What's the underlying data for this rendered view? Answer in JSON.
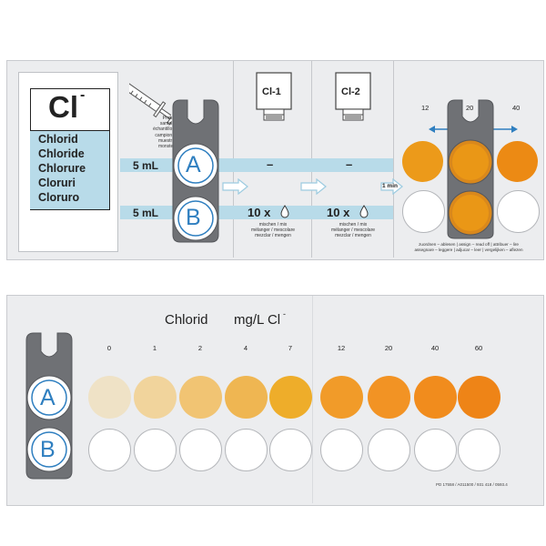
{
  "top_card": {
    "element": {
      "symbol": "Cl",
      "charge": "-",
      "names": [
        "Chlorid",
        "Chloride",
        "Chlorure",
        "Cloruri",
        "Cloruro"
      ]
    },
    "sample_label": [
      "Probe",
      "sample",
      "échantillon",
      "campione",
      "muestra",
      "monster"
    ],
    "rows": [
      {
        "volume": "5 mL",
        "cell": "A",
        "step2": "–",
        "step3": "–"
      },
      {
        "volume": "5 mL",
        "cell": "B",
        "step2": "10 x",
        "step3": "10 x"
      }
    ],
    "reagents": [
      "Cl-1",
      "Cl-2"
    ],
    "mix_caption": [
      "mischen / mix",
      "mélanger / mescolare",
      "mezclar / mengen"
    ],
    "wait": "1 min",
    "compare_values": [
      "12",
      "20",
      "40"
    ],
    "compare_caption": [
      "zuordnen – ablesen | assign – read off | attribuer – lire",
      "assegnare – leggere | adjucar – leer | vergelijken – aflezen"
    ]
  },
  "bottom_card": {
    "title": "Chlorid",
    "unit": "mg/L Cl",
    "unit_charge": "-",
    "cells": [
      "A",
      "B"
    ],
    "scale": [
      {
        "value": "0",
        "color": "#efe2c6"
      },
      {
        "value": "1",
        "color": "#f1d49c"
      },
      {
        "value": "2",
        "color": "#f1c473"
      },
      {
        "value": "4",
        "color": "#efb652"
      },
      {
        "value": "7",
        "color": "#eead2a"
      },
      {
        "value": "12",
        "color": "#f19b29"
      },
      {
        "value": "20",
        "color": "#f29324"
      },
      {
        "value": "40",
        "color": "#f18c1d"
      },
      {
        "value": "60",
        "color": "#ee8417"
      }
    ],
    "code": "PD 17558 / A011500 / 931 418 / 0593.4"
  },
  "colors": {
    "card_bg": "#ecedef",
    "accent_blue": "#b8dbe9",
    "cell_blue": "#2f7fc0",
    "comparator_grey": "#6f7175",
    "compare_colors": [
      "#ec9a1a",
      "#ea9716",
      "#ec8a14"
    ]
  },
  "icons": [
    "syringe-icon",
    "reagent-bottle-icon",
    "drop-icon",
    "arrow-right-icon",
    "double-arrow-icon"
  ]
}
